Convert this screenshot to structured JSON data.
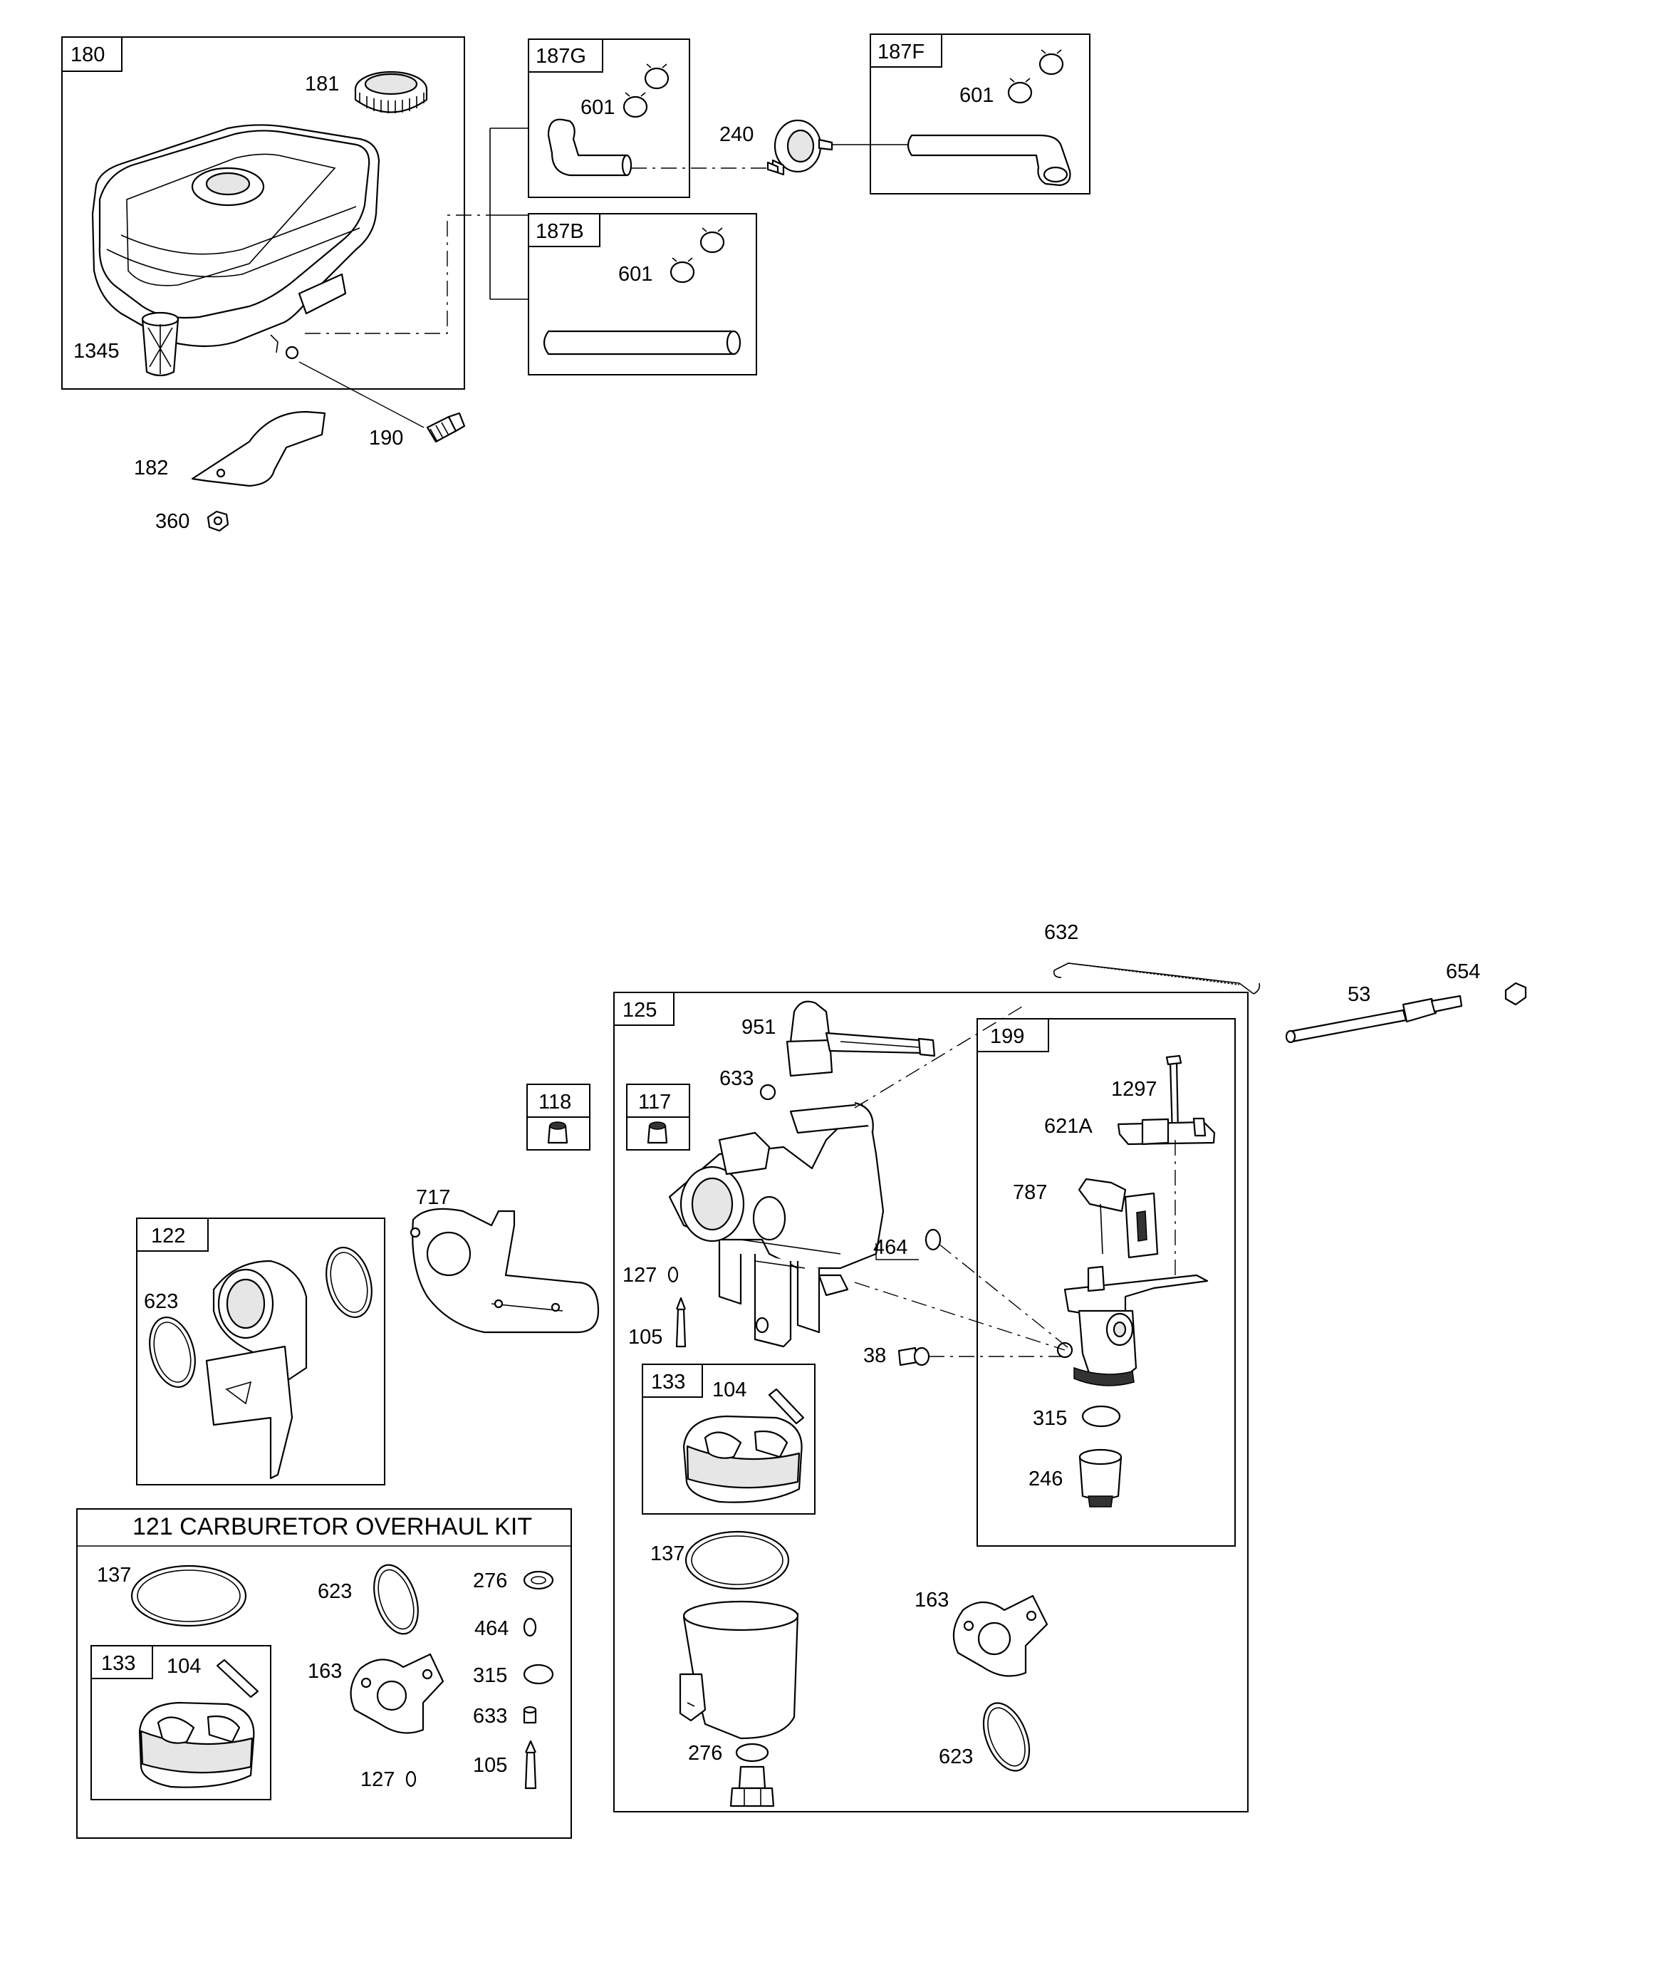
{
  "fuel_system": {
    "tank_box_tag": "180",
    "fuel_cap": "181",
    "fuel_filter_screen": "1345",
    "bracket": "182",
    "screw": "190",
    "nut": "360",
    "line_kit_g_tag": "187G",
    "line_kit_f_tag": "187F",
    "line_kit_b_tag": "187B",
    "clamp_g": "601",
    "clamp_f": "601",
    "clamp_b": "601",
    "fuel_pump": "240"
  },
  "carburetor": {
    "link_spring": "632",
    "carb_box_tag": "125",
    "stud": "53",
    "nut_654": "654",
    "solenoid_box_tag": "199",
    "screw_1297": "1297",
    "plate_621a": "621A",
    "lever_787": "787",
    "o_ring_315": "315",
    "filter_246": "246",
    "choke_lever_951": "951",
    "seal_633": "633",
    "jet_117_tag": "117",
    "jet_118_tag": "118",
    "washer_464": "464",
    "o_ring_127": "127",
    "needle_105": "105",
    "screw_38": "38",
    "float_box_tag": "133",
    "float_pin_104": "104",
    "bowl_gasket_137": "137",
    "gasket_163": "163",
    "gasket_623": "623",
    "washer_276": "276",
    "insulator_717": "717",
    "spacer_box_tag": "122",
    "spacer_gasket_623": "623"
  },
  "overhaul_kit": {
    "title": "121 CARBURETOR OVERHAUL KIT",
    "items": {
      "gasket_137": "137",
      "gasket_623": "623",
      "washer_276": "276",
      "washer_464": "464",
      "o_ring_315": "315",
      "seal_633": "633",
      "gasket_163": "163",
      "needle_105": "105",
      "o_ring_127": "127",
      "float_tag": "133",
      "pin_104": "104"
    }
  }
}
